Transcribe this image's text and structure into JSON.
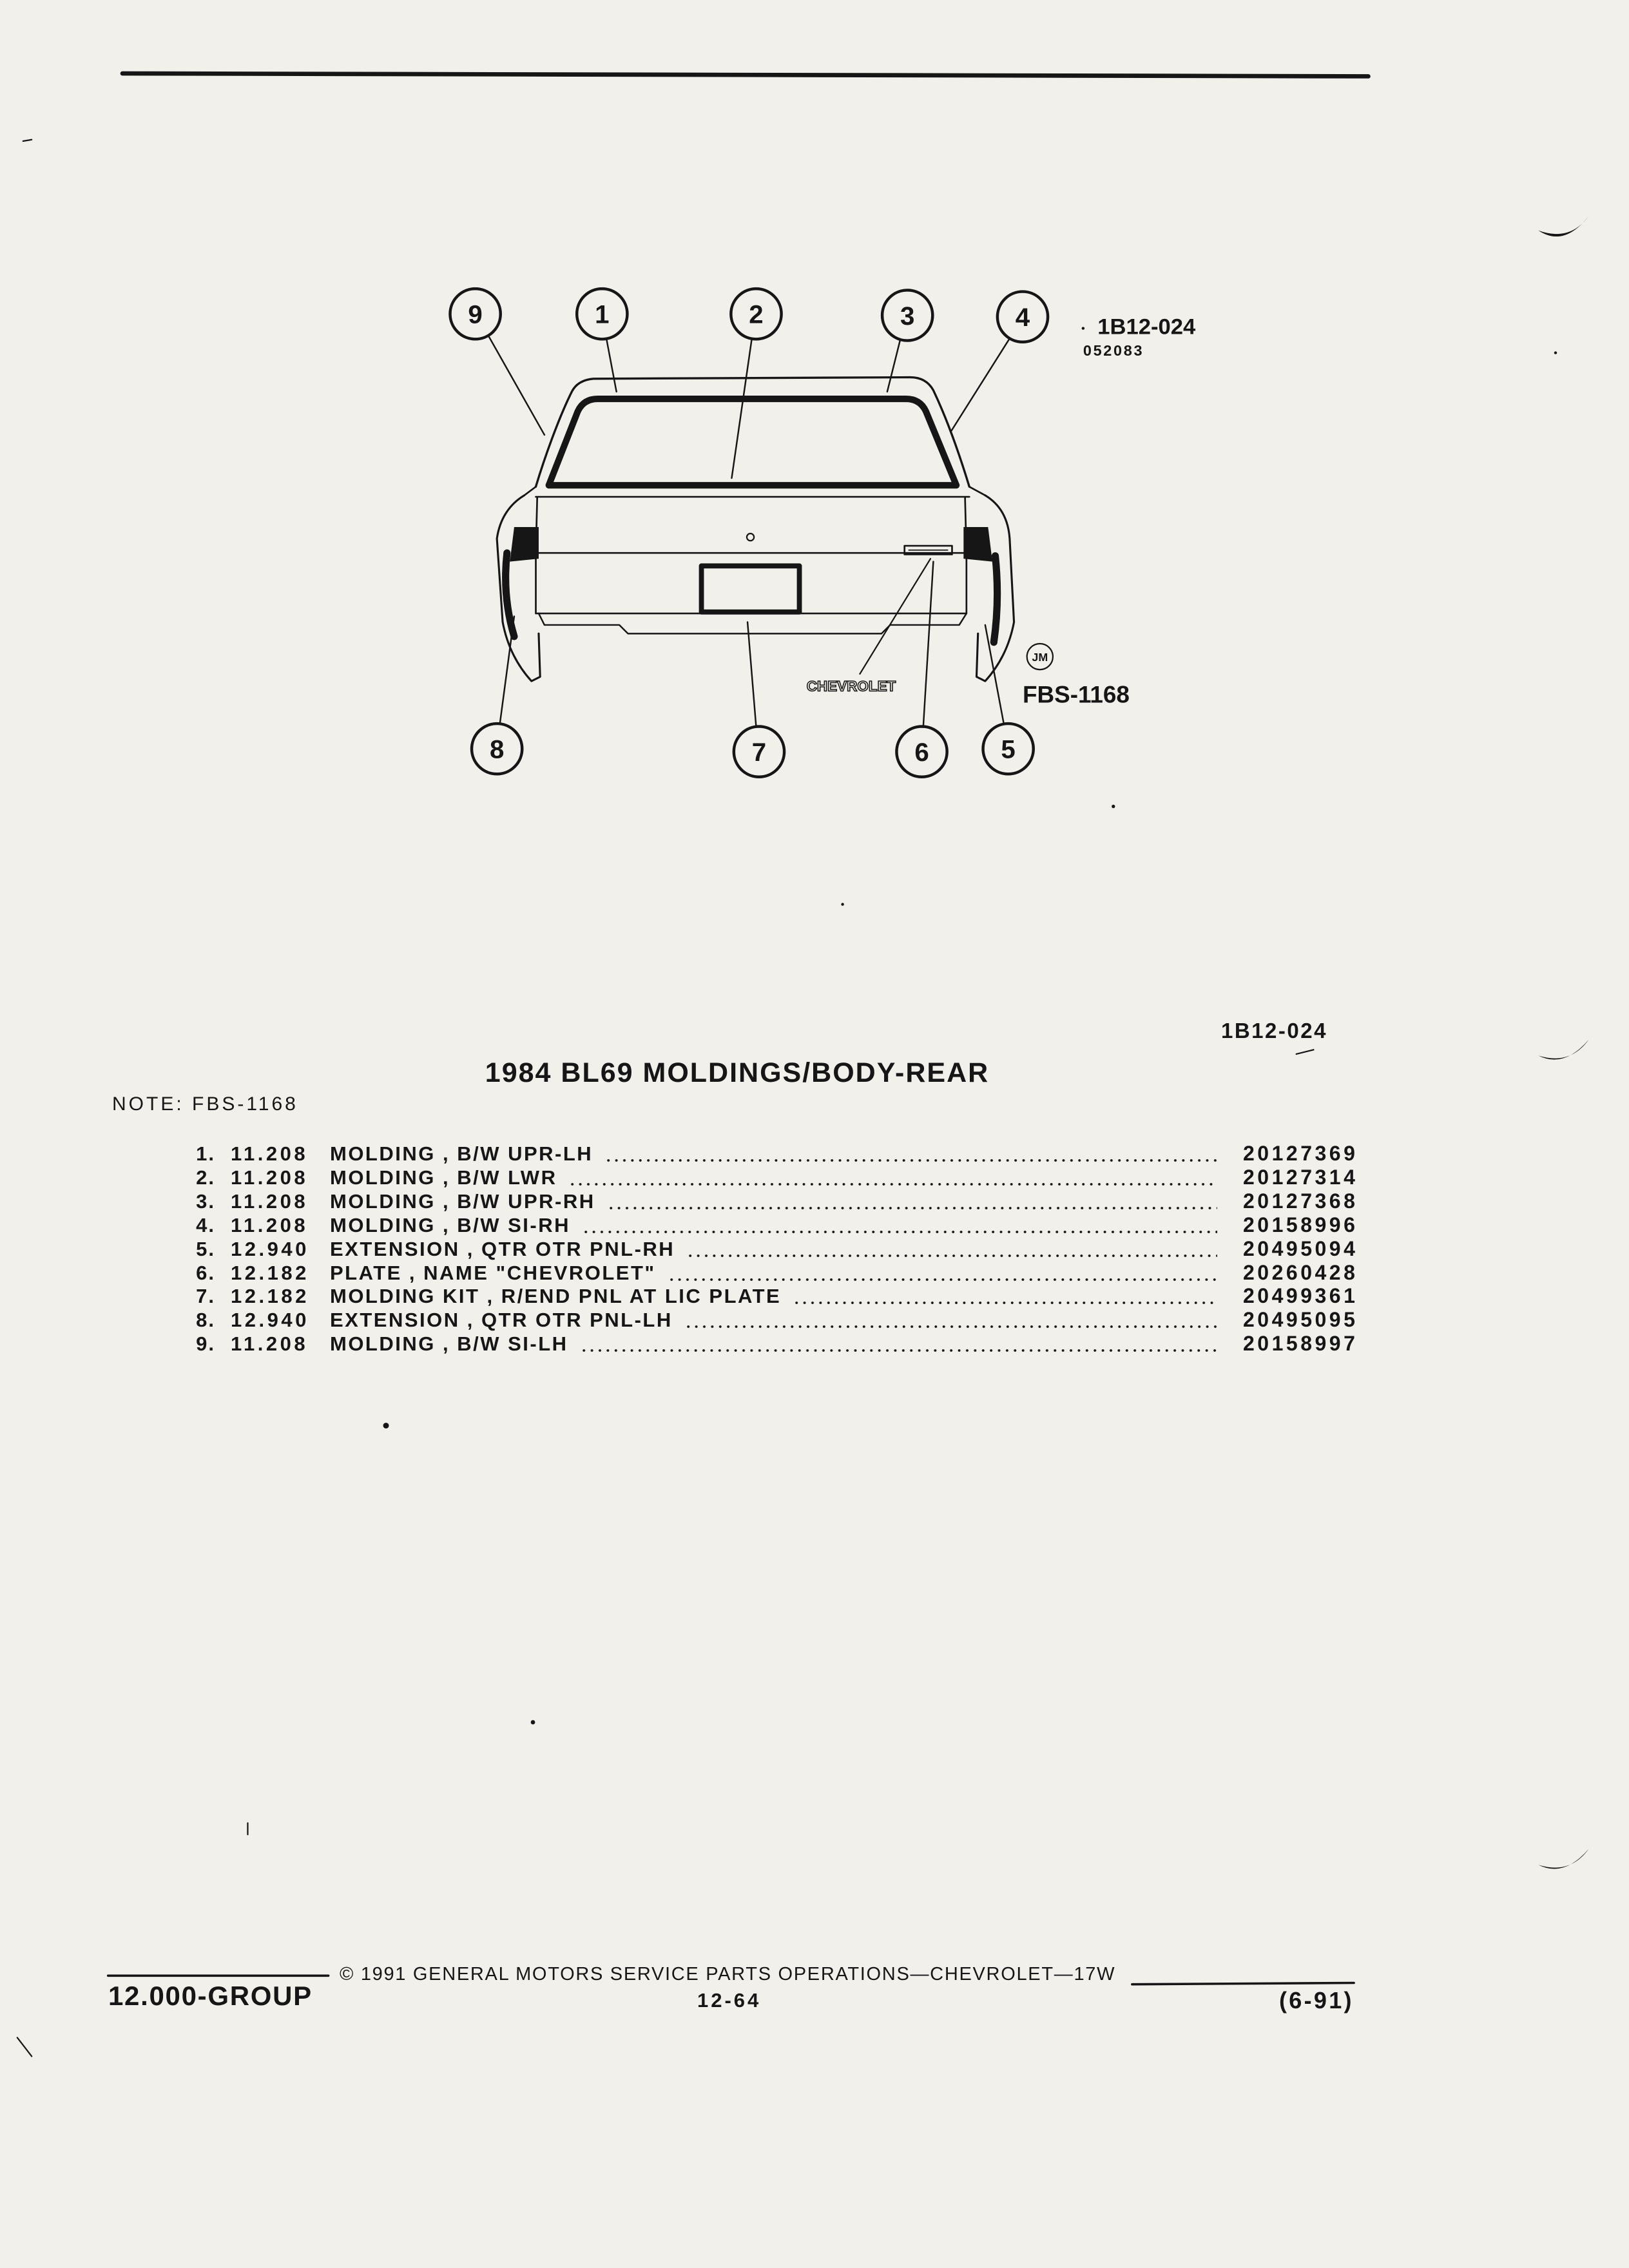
{
  "diagram": {
    "callouts": [
      "1",
      "2",
      "3",
      "4",
      "5",
      "6",
      "7",
      "8",
      "9"
    ],
    "illustration_code": "1B12-024",
    "illustration_date": "052083",
    "mark": "JM",
    "fbs": "FBS-1168",
    "nameplate": "CHEVROLET"
  },
  "section": {
    "code": "1B12-024",
    "title": "1984 BL69 MOLDINGS/BODY-REAR",
    "note": "NOTE: FBS-1168"
  },
  "parts": [
    {
      "item": "1.",
      "group": "11.208",
      "description": "MOLDING , B/W UPR-LH",
      "part_number": "20127369"
    },
    {
      "item": "2.",
      "group": "11.208",
      "description": "MOLDING , B/W LWR",
      "part_number": "20127314"
    },
    {
      "item": "3.",
      "group": "11.208",
      "description": "MOLDING , B/W UPR-RH",
      "part_number": "20127368"
    },
    {
      "item": "4.",
      "group": "11.208",
      "description": "MOLDING , B/W SI-RH",
      "part_number": "20158996"
    },
    {
      "item": "5.",
      "group": "12.940",
      "description": "EXTENSION , QTR OTR PNL-RH",
      "part_number": "20495094"
    },
    {
      "item": "6.",
      "group": "12.182",
      "description": "PLATE , NAME \"CHEVROLET\"",
      "part_number": "20260428"
    },
    {
      "item": "7.",
      "group": "12.182",
      "description": "MOLDING KIT , R/END PNL AT LIC PLATE",
      "part_number": "20499361"
    },
    {
      "item": "8.",
      "group": "12.940",
      "description": "EXTENSION , QTR OTR PNL-LH",
      "part_number": "20495095"
    },
    {
      "item": "9.",
      "group": "11.208",
      "description": "MOLDING , B/W SI-LH",
      "part_number": "20158997"
    }
  ],
  "footer": {
    "copyright": "© 1991 GENERAL MOTORS SERVICE PARTS OPERATIONS—CHEVROLET—17W",
    "group": "12.000-GROUP",
    "page_number": "12-64",
    "issue_date": "(6-91)"
  },
  "colors": {
    "ink": "#161616",
    "paper": "#f1f0eb"
  }
}
